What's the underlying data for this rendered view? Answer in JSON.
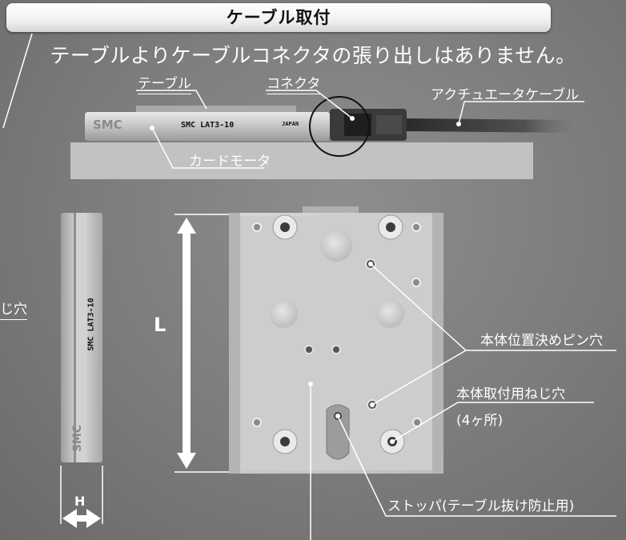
{
  "header": {
    "title": "ケーブル取付",
    "subtitle": "テーブルよりケーブルコネクタの張り出しはありません。"
  },
  "side_view": {
    "table_label": "テーブル",
    "connector_label": "コネクタ",
    "cable_label": "アクチュエータケーブル",
    "motor_label": "カードモータ",
    "brand": "SMC",
    "model_marking": "SMC LAT3-10",
    "origin_marking": "JAPAN"
  },
  "bottom_view": {
    "dimension_L": "L",
    "dimension_H": "H",
    "left_edge_label": "じ穴",
    "positioning_pin_hole": "本体位置決めピン穴",
    "mounting_thread_hole": "本体取付用ねじ穴",
    "mounting_thread_count": "(4ヶ所)",
    "stopper_label": "ストッパ(テーブル抜け防止用)"
  },
  "colors": {
    "background": "#7b7b7b",
    "banner": "#f0f0f0",
    "metal": "#c9c9c9",
    "line": "#ffffff"
  }
}
